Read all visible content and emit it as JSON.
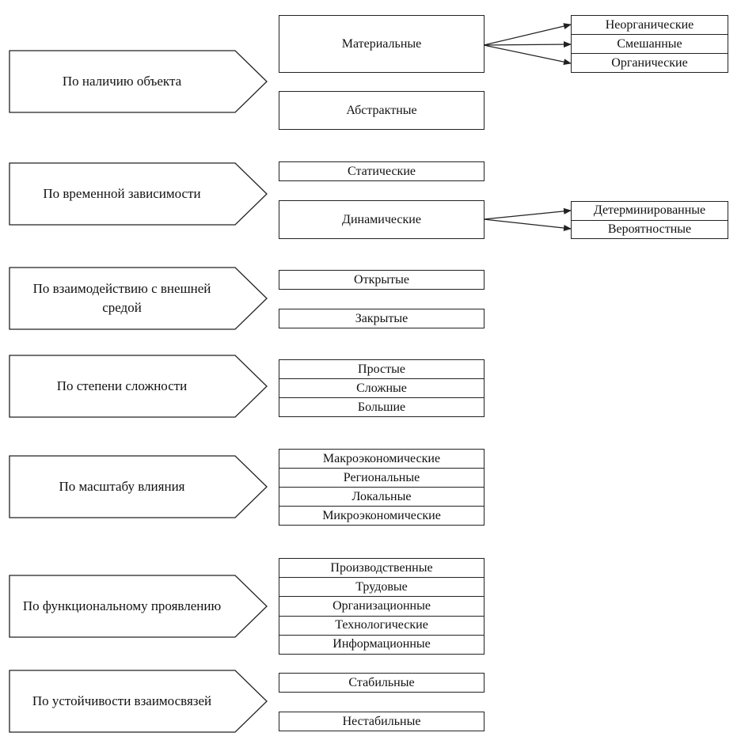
{
  "categories": [
    {
      "label": "По наличию объекта"
    },
    {
      "label": "По временной зависимости"
    },
    {
      "label": "По взаимодействию с внешней средой"
    },
    {
      "label": "По степени сложности"
    },
    {
      "label": "По масштабу влияния"
    },
    {
      "label": "По функциональному проявлению"
    },
    {
      "label": "По устойчивости взаимосвязей"
    }
  ],
  "types": {
    "material": "Материальные",
    "abstract": "Абстрактные",
    "static": "Статические",
    "dynamic": "Динамические",
    "open": "Открытые",
    "closed": "Закрытые",
    "stable": "Стабильные",
    "unstable": "Нестабильные"
  },
  "complexity": [
    "Простые",
    "Сложные",
    "Большие"
  ],
  "scale": [
    "Макроэкономические",
    "Региональные",
    "Локальные",
    "Микроэкономические"
  ],
  "functional": [
    "Производственные",
    "Трудовые",
    "Организационные",
    "Технологические",
    "Информационные"
  ],
  "material_subtypes": [
    "Неорганические",
    "Смешанные",
    "Органические"
  ],
  "dynamic_subtypes": [
    "Детерминированные",
    "Вероятностные"
  ],
  "colors": {
    "stroke": "#222222",
    "text": "#111111",
    "background": "#ffffff"
  }
}
